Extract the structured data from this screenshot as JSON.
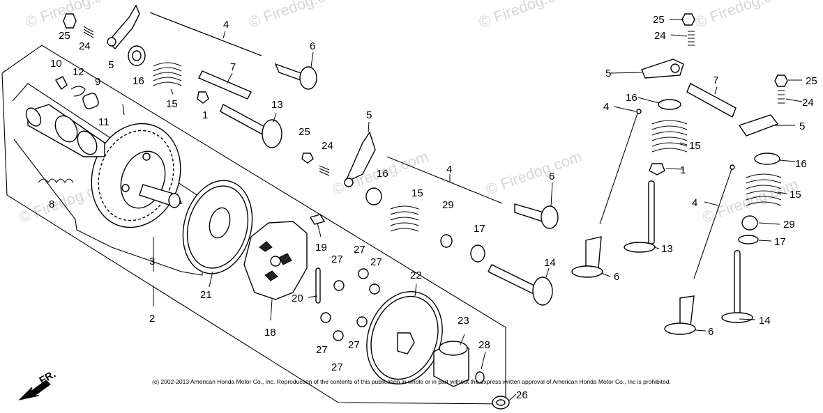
{
  "watermark": "© Firedog.com",
  "copyright": "(c) 2002-2013 American Honda Motor Co., Inc. Reproduction of the contents of this publication in whole or in part without the express written approval of American Honda Motor Co., Inc is prohibited.",
  "direction_label": "FR.",
  "callouts": {
    "c1": "1",
    "c2": "2",
    "c3": "3",
    "c4": "4",
    "c5": "5",
    "c6": "6",
    "c7": "7",
    "c8": "8",
    "c9": "9",
    "c10": "10",
    "c11": "11",
    "c12": "12",
    "c13": "13",
    "c14": "14",
    "c15": "15",
    "c16": "16",
    "c17": "17",
    "c18": "18",
    "c19": "19",
    "c20": "20",
    "c21": "21",
    "c22": "22",
    "c23": "23",
    "c24": "24",
    "c25": "25",
    "c26": "26",
    "c27": "27",
    "c28": "28",
    "c29": "29"
  },
  "icons": {
    "direction": "arrow-down-left-icon"
  }
}
